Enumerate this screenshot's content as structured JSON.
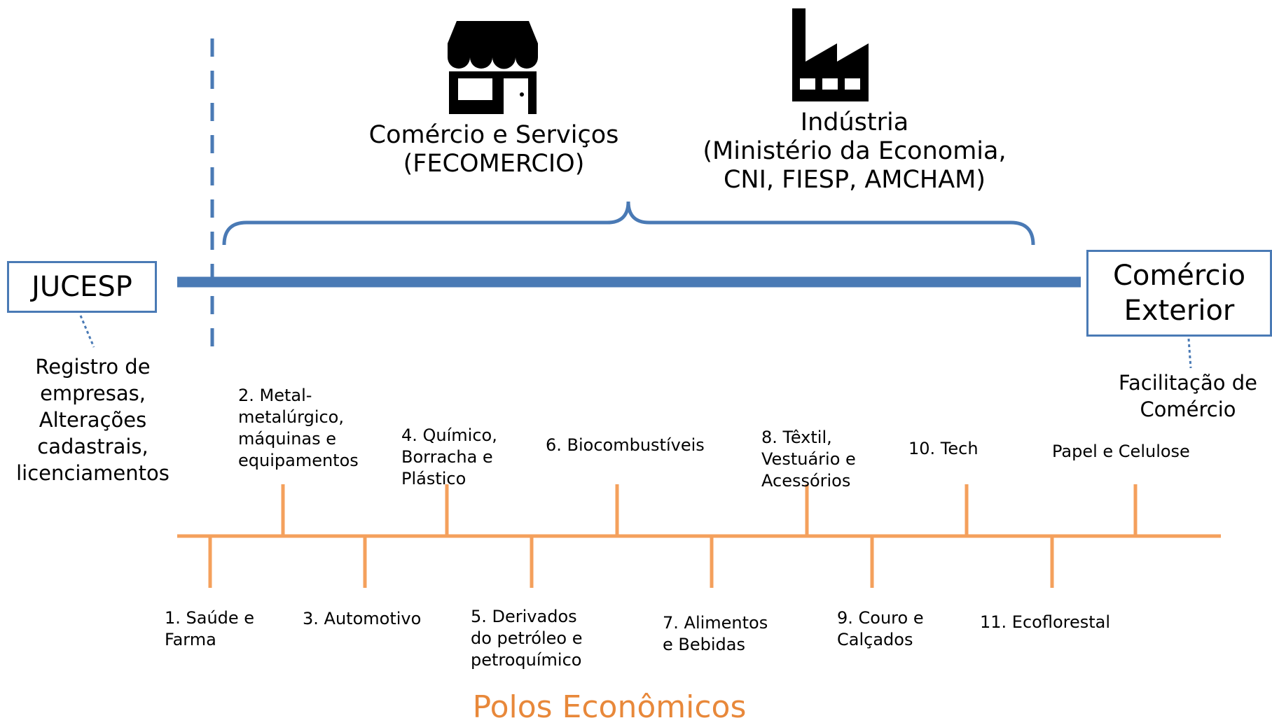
{
  "colors": {
    "blue": "#4a7ab5",
    "orange": "#f4a05c",
    "title_orange": "#e8883a",
    "icon": "#000000"
  },
  "icons": {
    "store": "store-icon",
    "factory": "factory-icon"
  },
  "sectors": {
    "commerce": {
      "line1": "Comércio e Serviços",
      "line2": "(FECOMERCIO)"
    },
    "industry": {
      "line1": "Indústria",
      "line2": "(Ministério da Economia,",
      "line3": "CNI, FIESP, AMCHAM)"
    }
  },
  "boxes": {
    "jucesp": {
      "label": "JUCESP"
    },
    "comex": {
      "line1": "Comércio",
      "line2": "Exterior"
    }
  },
  "notes": {
    "jucesp": {
      "line1": "Registro de",
      "line2": "empresas,",
      "line3": "Alterações",
      "line4": "cadastrais,",
      "line5": "licenciamentos"
    },
    "comex": {
      "line1": "Facilitação de",
      "line2": "Comércio"
    }
  },
  "polos_top": [
    {
      "line1": "2. Metal-",
      "line2": "metalúrgico,",
      "line3": "máquinas e",
      "line4": "equipamentos"
    },
    {
      "line1": "4. Químico,",
      "line2": "Borracha e",
      "line3": "Plástico"
    },
    {
      "line1": "6. Biocombustíveis"
    },
    {
      "line1": "8. Têxtil,",
      "line2": "Vestuário e",
      "line3": "Acessórios"
    },
    {
      "line1": "10. Tech"
    },
    {
      "line1": "Papel e Celulose"
    }
  ],
  "polos_bottom": [
    {
      "line1": "1. Saúde e",
      "line2": "Farma"
    },
    {
      "line1": "3. Automotivo"
    },
    {
      "line1": "5. Derivados",
      "line2": "do petróleo e",
      "line3": "petroquímico"
    },
    {
      "line1": "7. Alimentos",
      "line2": "e Bebidas"
    },
    {
      "line1": "9. Couro e",
      "line2": "Calçados"
    },
    {
      "line1": "11. Ecoflorestal"
    }
  ],
  "footer": {
    "title": "Polos Econômicos"
  }
}
